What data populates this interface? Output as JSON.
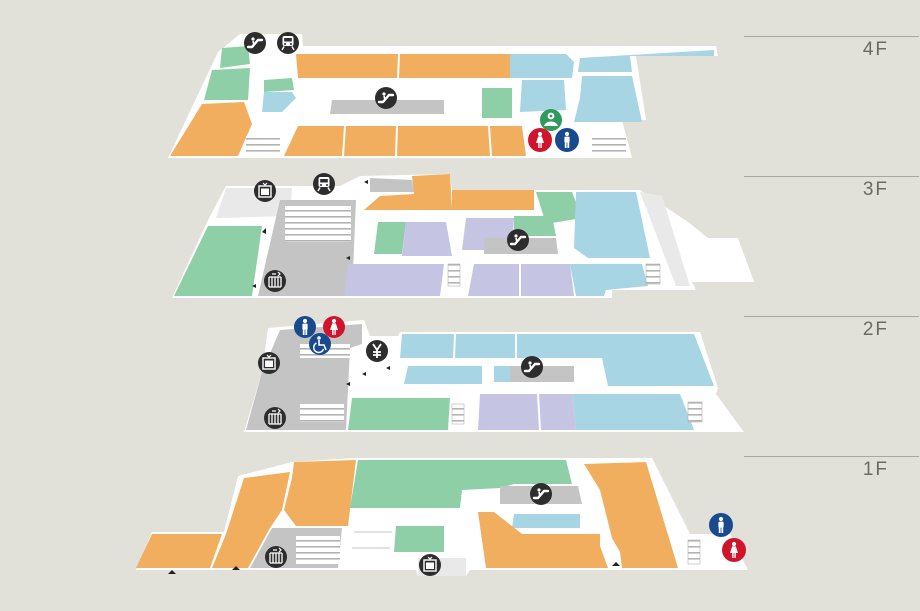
{
  "floors": [
    {
      "id": "4f",
      "label": "4F"
    },
    {
      "id": "3f",
      "label": "3F"
    },
    {
      "id": "2f",
      "label": "2F"
    },
    {
      "id": "1f",
      "label": "1F"
    }
  ],
  "colors": {
    "background": "#e1e0d9",
    "floor_plate": "#ffffff",
    "corridor": "#e9e9e9",
    "shop_orange": "#f0ae5e",
    "shop_blue": "#a7d5e3",
    "shop_green": "#8fcfa8",
    "shop_purple": "#c5c4e2",
    "service_gray": "#c4c4c4",
    "icon_dark": "#2d2d2d",
    "icon_blue": "#1a4a8e",
    "icon_red": "#d0142c",
    "icon_green": "#2e9a5c"
  },
  "icons": [
    "escalator-icon",
    "train-icon",
    "elevator-icon",
    "stairs-icon",
    "mens-restroom-icon",
    "womens-restroom-icon",
    "accessible-restroom-icon",
    "nursing-room-icon",
    "atm-yen-icon"
  ]
}
